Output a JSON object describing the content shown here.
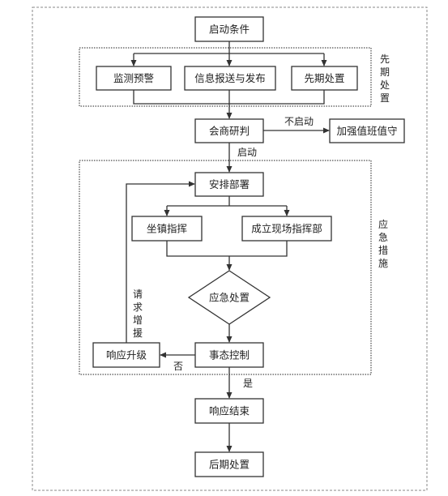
{
  "diagram": {
    "nodes": {
      "start": "启动条件",
      "monitor": "监测预警",
      "report": "信息报送与发布",
      "preliminary": "先期处置",
      "consult": "会商研判",
      "duty": "加强值班值守",
      "deploy": "安排部署",
      "command": "坐镇指挥",
      "field_hq": "成立现场指挥部",
      "emergency": "应急处置",
      "control": "事态控制",
      "upgrade": "响应升级",
      "end": "响应结束",
      "aftermath": "后期处置"
    },
    "groups": {
      "preliminary": "先期处置",
      "emergency": "应急措施"
    },
    "edge_labels": {
      "not_start": "不启动",
      "start": "启动",
      "no": "否",
      "yes": "是",
      "request_support": "请求增援"
    }
  }
}
